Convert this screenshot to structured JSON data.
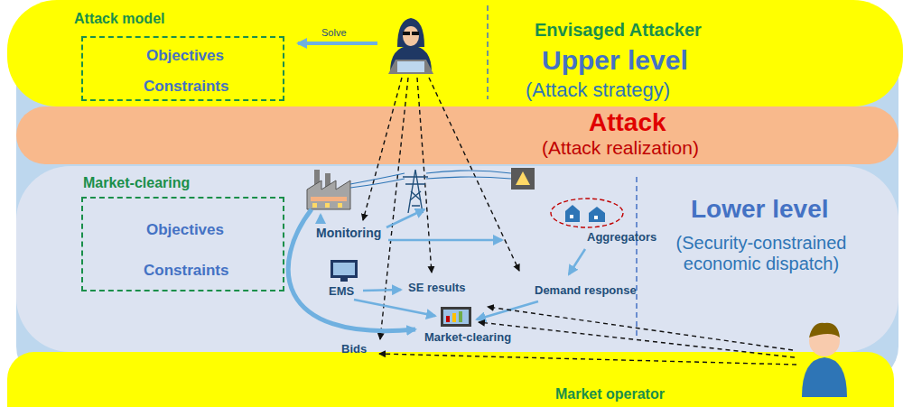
{
  "diagram": {
    "nodes": [
      {
        "text": [
          "Envisaged Attacker",
          "Upper level",
          "(Attack strategy)"
        ]
      },
      {
        "text": [
          "Attack model",
          "Objectives",
          "Constraints"
        ],
        "in": 0
      },
      {
        "text": [
          "Attack",
          "(Attack realization)"
        ]
      },
      {
        "text": [
          "Lower level",
          "(Security-constrained economic dispatch)"
        ]
      },
      {
        "text": [
          "Market-clearing",
          "Objectives",
          "Constraints"
        ],
        "in": 3
      },
      {
        "text": [
          "Market operator"
        ]
      }
    ],
    "labels": [
      "Solve",
      "Monitoring",
      "EMS",
      "SE results",
      "Aggregators",
      "Demand response",
      "Bids",
      "Market-clearing"
    ]
  }
}
